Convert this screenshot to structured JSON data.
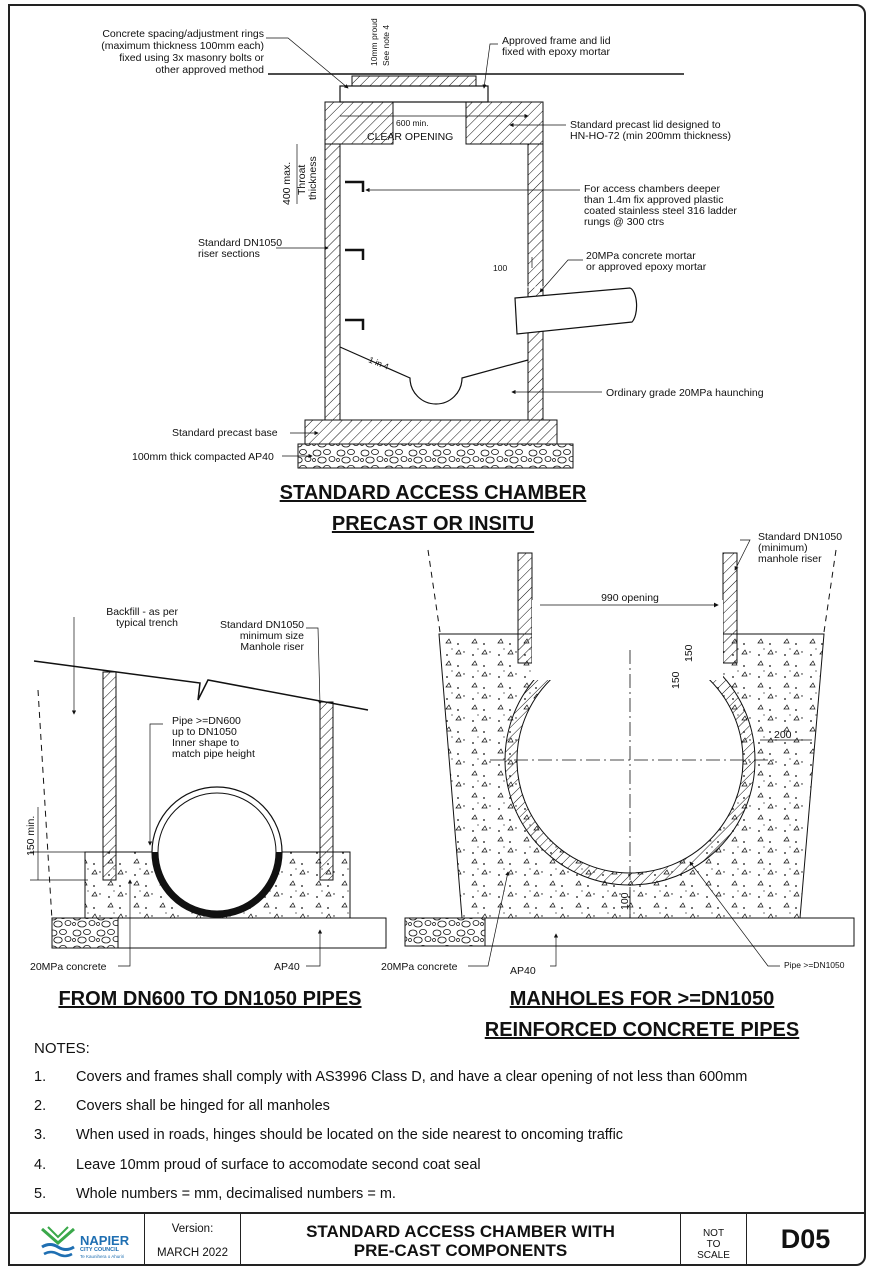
{
  "top_drawing": {
    "title_line1": "STANDARD ACCESS CHAMBER",
    "title_line2": "PRECAST OR INSITU",
    "labels": {
      "rings": [
        "Concrete spacing/adjustment rings",
        "(maximum thickness 100mm each)",
        "fixed using 3x masonry bolts or",
        "other approved method"
      ],
      "proud": "10mm proud",
      "see_note": "See note 4",
      "frame": [
        "Approved frame and lid",
        "fixed with epoxy mortar"
      ],
      "opening_min": "600 min.",
      "clear_opening": "CLEAR OPENING",
      "lid": [
        "Standard precast lid designed to",
        "HN-HO-72 (min 200mm thickness)"
      ],
      "throat": [
        "400 max.",
        "Throat",
        "thickness"
      ],
      "rungs": [
        "For access chambers deeper",
        "than 1.4m fix approved plastic",
        "coated stainless steel 316 ladder",
        "rungs @ 300 ctrs"
      ],
      "riser": [
        "Standard DN1050",
        "riser sections"
      ],
      "dim_100": "100",
      "mortar": [
        "20MPa concrete mortar",
        "or approved epoxy mortar"
      ],
      "slope": "1 in 4",
      "haunching": "Ordinary grade 20MPa haunching",
      "base": "Standard precast base",
      "ap40": "100mm thick compacted AP40"
    }
  },
  "left_drawing": {
    "title": "FROM DN600 TO DN1050 PIPES",
    "labels": {
      "backfill": [
        "Backfill - as per",
        "typical trench"
      ],
      "riser": [
        "Standard DN1050",
        "minimum size",
        "Manhole riser"
      ],
      "pipe": [
        "Pipe >=DN600",
        "up to DN1050",
        "Inner shape to",
        "match pipe height"
      ],
      "min150": "150 min.",
      "concrete": "20MPa concrete",
      "ap40": "AP40"
    }
  },
  "right_drawing": {
    "title_line1": "MANHOLES FOR >=DN1050",
    "title_line2": "REINFORCED CONCRETE PIPES",
    "labels": {
      "riser": [
        "Standard DN1050",
        "(minimum)",
        "manhole riser"
      ],
      "opening": "990 opening",
      "d150a": "150",
      "d150b": "150",
      "d200": "200",
      "d100": "100",
      "concrete": "20MPa concrete",
      "ap40": "AP40",
      "pipe": "Pipe >=DN1050"
    }
  },
  "notes": {
    "heading": "NOTES:",
    "items": [
      {
        "num": "1.",
        "text": "Covers and frames shall comply with AS3996 Class D, and have a clear opening of not less than 600mm"
      },
      {
        "num": "2.",
        "text": "Covers shall be hinged for all manholes"
      },
      {
        "num": "3.",
        "text": "When used in roads, hinges should be located on the side nearest to oncoming traffic"
      },
      {
        "num": "4.",
        "text": "Leave 10mm proud of surface to accomodate second coat seal"
      },
      {
        "num": "5.",
        "text": "Whole numbers = mm, decimalised numbers = m."
      }
    ]
  },
  "title_block": {
    "logo_name": "NAPIER",
    "logo_sub": "CITY COUNCIL",
    "logo_tag": "Te Kaunihera o Ahuriri",
    "version_label": "Version:",
    "version_value": "MARCH 2022",
    "title_line1": "STANDARD ACCESS CHAMBER WITH",
    "title_line2": "PRE-CAST COMPONENTS",
    "scale": [
      "NOT",
      "TO",
      "SCALE"
    ],
    "drawing_no": "D05"
  },
  "colors": {
    "line": "#111111",
    "logo_blue": "#1f6fb2",
    "logo_green": "#3aa84a"
  }
}
